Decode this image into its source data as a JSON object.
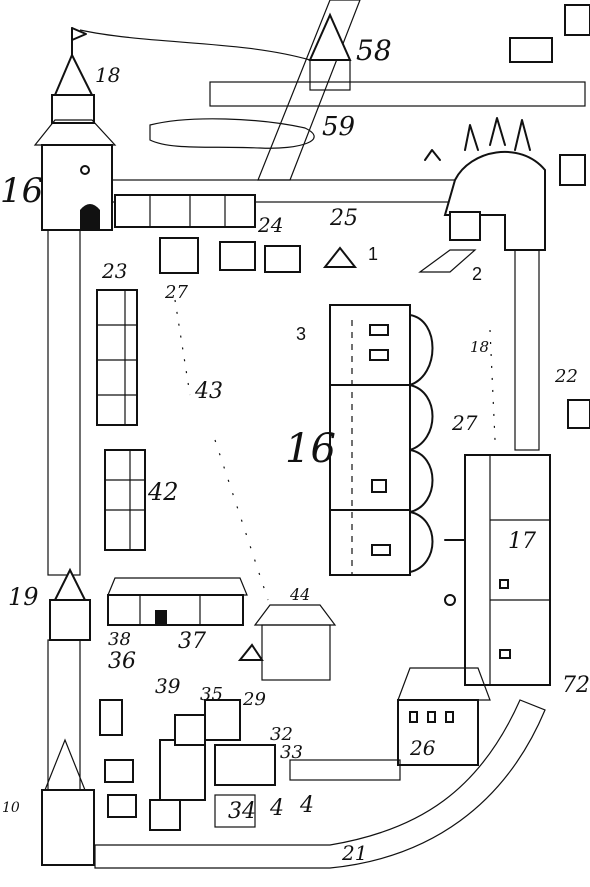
{
  "colors": {
    "ink": "#111111",
    "paper": "#ffffff"
  },
  "labels": {
    "n58": "58",
    "n18top": "18",
    "n59": "59",
    "n16left": "16",
    "n24": "24",
    "n25": "25",
    "n1": "1",
    "n2": "2",
    "n23": "23",
    "n27a": "27",
    "n3": "3",
    "n18right": "18",
    "n22": "22",
    "n43": "43",
    "n16center": "16",
    "n27b": "27",
    "n42": "42",
    "n17": "17",
    "n19": "19",
    "n44": "44",
    "n38": "38",
    "n37": "37",
    "n36": "36",
    "n39": "39",
    "n35": "35",
    "n29": "29",
    "n26": "26",
    "n72": "72",
    "n32": "32",
    "n33": "33",
    "n34": "34",
    "n4": "4",
    "n10": "10",
    "n21": "21"
  }
}
